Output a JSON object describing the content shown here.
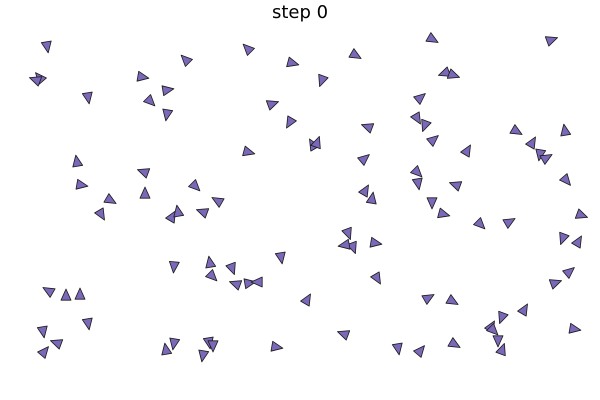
{
  "title": "step 0",
  "agent_fill": "#7b68b8",
  "agent_stroke": "#1a1a1a",
  "agents": [
    [
      47,
      46,
      80
    ],
    [
      40,
      78,
      230
    ],
    [
      36,
      80,
      200
    ],
    [
      142,
      77,
      10
    ],
    [
      167,
      90,
      350
    ],
    [
      186,
      60,
      225
    ],
    [
      248,
      49,
      225
    ],
    [
      292,
      63,
      15
    ],
    [
      322,
      80,
      110
    ],
    [
      355,
      55,
      30
    ],
    [
      432,
      39,
      30
    ],
    [
      551,
      40,
      340
    ],
    [
      88,
      97,
      80
    ],
    [
      150,
      101,
      45
    ],
    [
      167,
      114,
      100
    ],
    [
      272,
      104,
      340
    ],
    [
      290,
      122,
      120
    ],
    [
      445,
      73,
      160
    ],
    [
      453,
      75,
      20
    ],
    [
      420,
      98,
      320
    ],
    [
      417,
      118,
      60
    ],
    [
      425,
      125,
      110
    ],
    [
      433,
      140,
      320
    ],
    [
      516,
      131,
      30
    ],
    [
      532,
      143,
      300
    ],
    [
      565,
      131,
      260
    ],
    [
      540,
      154,
      100
    ],
    [
      546,
      158,
      330
    ],
    [
      467,
      151,
      300
    ],
    [
      368,
      127,
      200
    ],
    [
      313,
      145,
      240
    ],
    [
      317,
      143,
      290
    ],
    [
      248,
      152,
      15
    ],
    [
      364,
      159,
      320
    ],
    [
      77,
      162,
      260
    ],
    [
      144,
      172,
      200
    ],
    [
      81,
      185,
      10
    ],
    [
      110,
      200,
      30
    ],
    [
      145,
      194,
      270
    ],
    [
      195,
      186,
      45
    ],
    [
      218,
      201,
      210
    ],
    [
      203,
      212,
      200
    ],
    [
      172,
      217,
      300
    ],
    [
      178,
      212,
      260
    ],
    [
      101,
      214,
      60
    ],
    [
      365,
      191,
      300
    ],
    [
      372,
      199,
      280
    ],
    [
      417,
      172,
      45
    ],
    [
      418,
      183,
      80
    ],
    [
      456,
      185,
      200
    ],
    [
      432,
      202,
      90
    ],
    [
      443,
      214,
      15
    ],
    [
      480,
      224,
      45
    ],
    [
      509,
      222,
      330
    ],
    [
      566,
      180,
      50
    ],
    [
      581,
      215,
      20
    ],
    [
      563,
      238,
      110
    ],
    [
      578,
      242,
      300
    ],
    [
      555,
      283,
      340
    ],
    [
      569,
      272,
      320
    ],
    [
      375,
      243,
      10
    ],
    [
      348,
      233,
      70
    ],
    [
      353,
      247,
      70
    ],
    [
      345,
      245,
      170
    ],
    [
      377,
      278,
      60
    ],
    [
      174,
      266,
      95
    ],
    [
      210,
      263,
      260
    ],
    [
      212,
      276,
      45
    ],
    [
      232,
      268,
      70
    ],
    [
      236,
      284,
      200
    ],
    [
      249,
      283,
      350
    ],
    [
      258,
      282,
      180
    ],
    [
      281,
      257,
      80
    ],
    [
      307,
      300,
      300
    ],
    [
      49,
      291,
      210
    ],
    [
      66,
      296,
      270
    ],
    [
      80,
      295,
      270
    ],
    [
      88,
      323,
      80
    ],
    [
      43,
      331,
      80
    ],
    [
      57,
      343,
      200
    ],
    [
      44,
      352,
      310
    ],
    [
      166,
      350,
      260
    ],
    [
      174,
      343,
      100
    ],
    [
      209,
      342,
      80
    ],
    [
      203,
      355,
      100
    ],
    [
      213,
      345,
      90
    ],
    [
      276,
      347,
      10
    ],
    [
      344,
      334,
      200
    ],
    [
      398,
      348,
      80
    ],
    [
      420,
      351,
      310
    ],
    [
      454,
      344,
      30
    ],
    [
      428,
      298,
      330
    ],
    [
      452,
      301,
      30
    ],
    [
      502,
      317,
      110
    ],
    [
      524,
      310,
      300
    ],
    [
      574,
      329,
      10
    ],
    [
      491,
      327,
      300
    ],
    [
      493,
      330,
      45
    ],
    [
      498,
      340,
      90
    ],
    [
      502,
      350,
      290
    ]
  ]
}
